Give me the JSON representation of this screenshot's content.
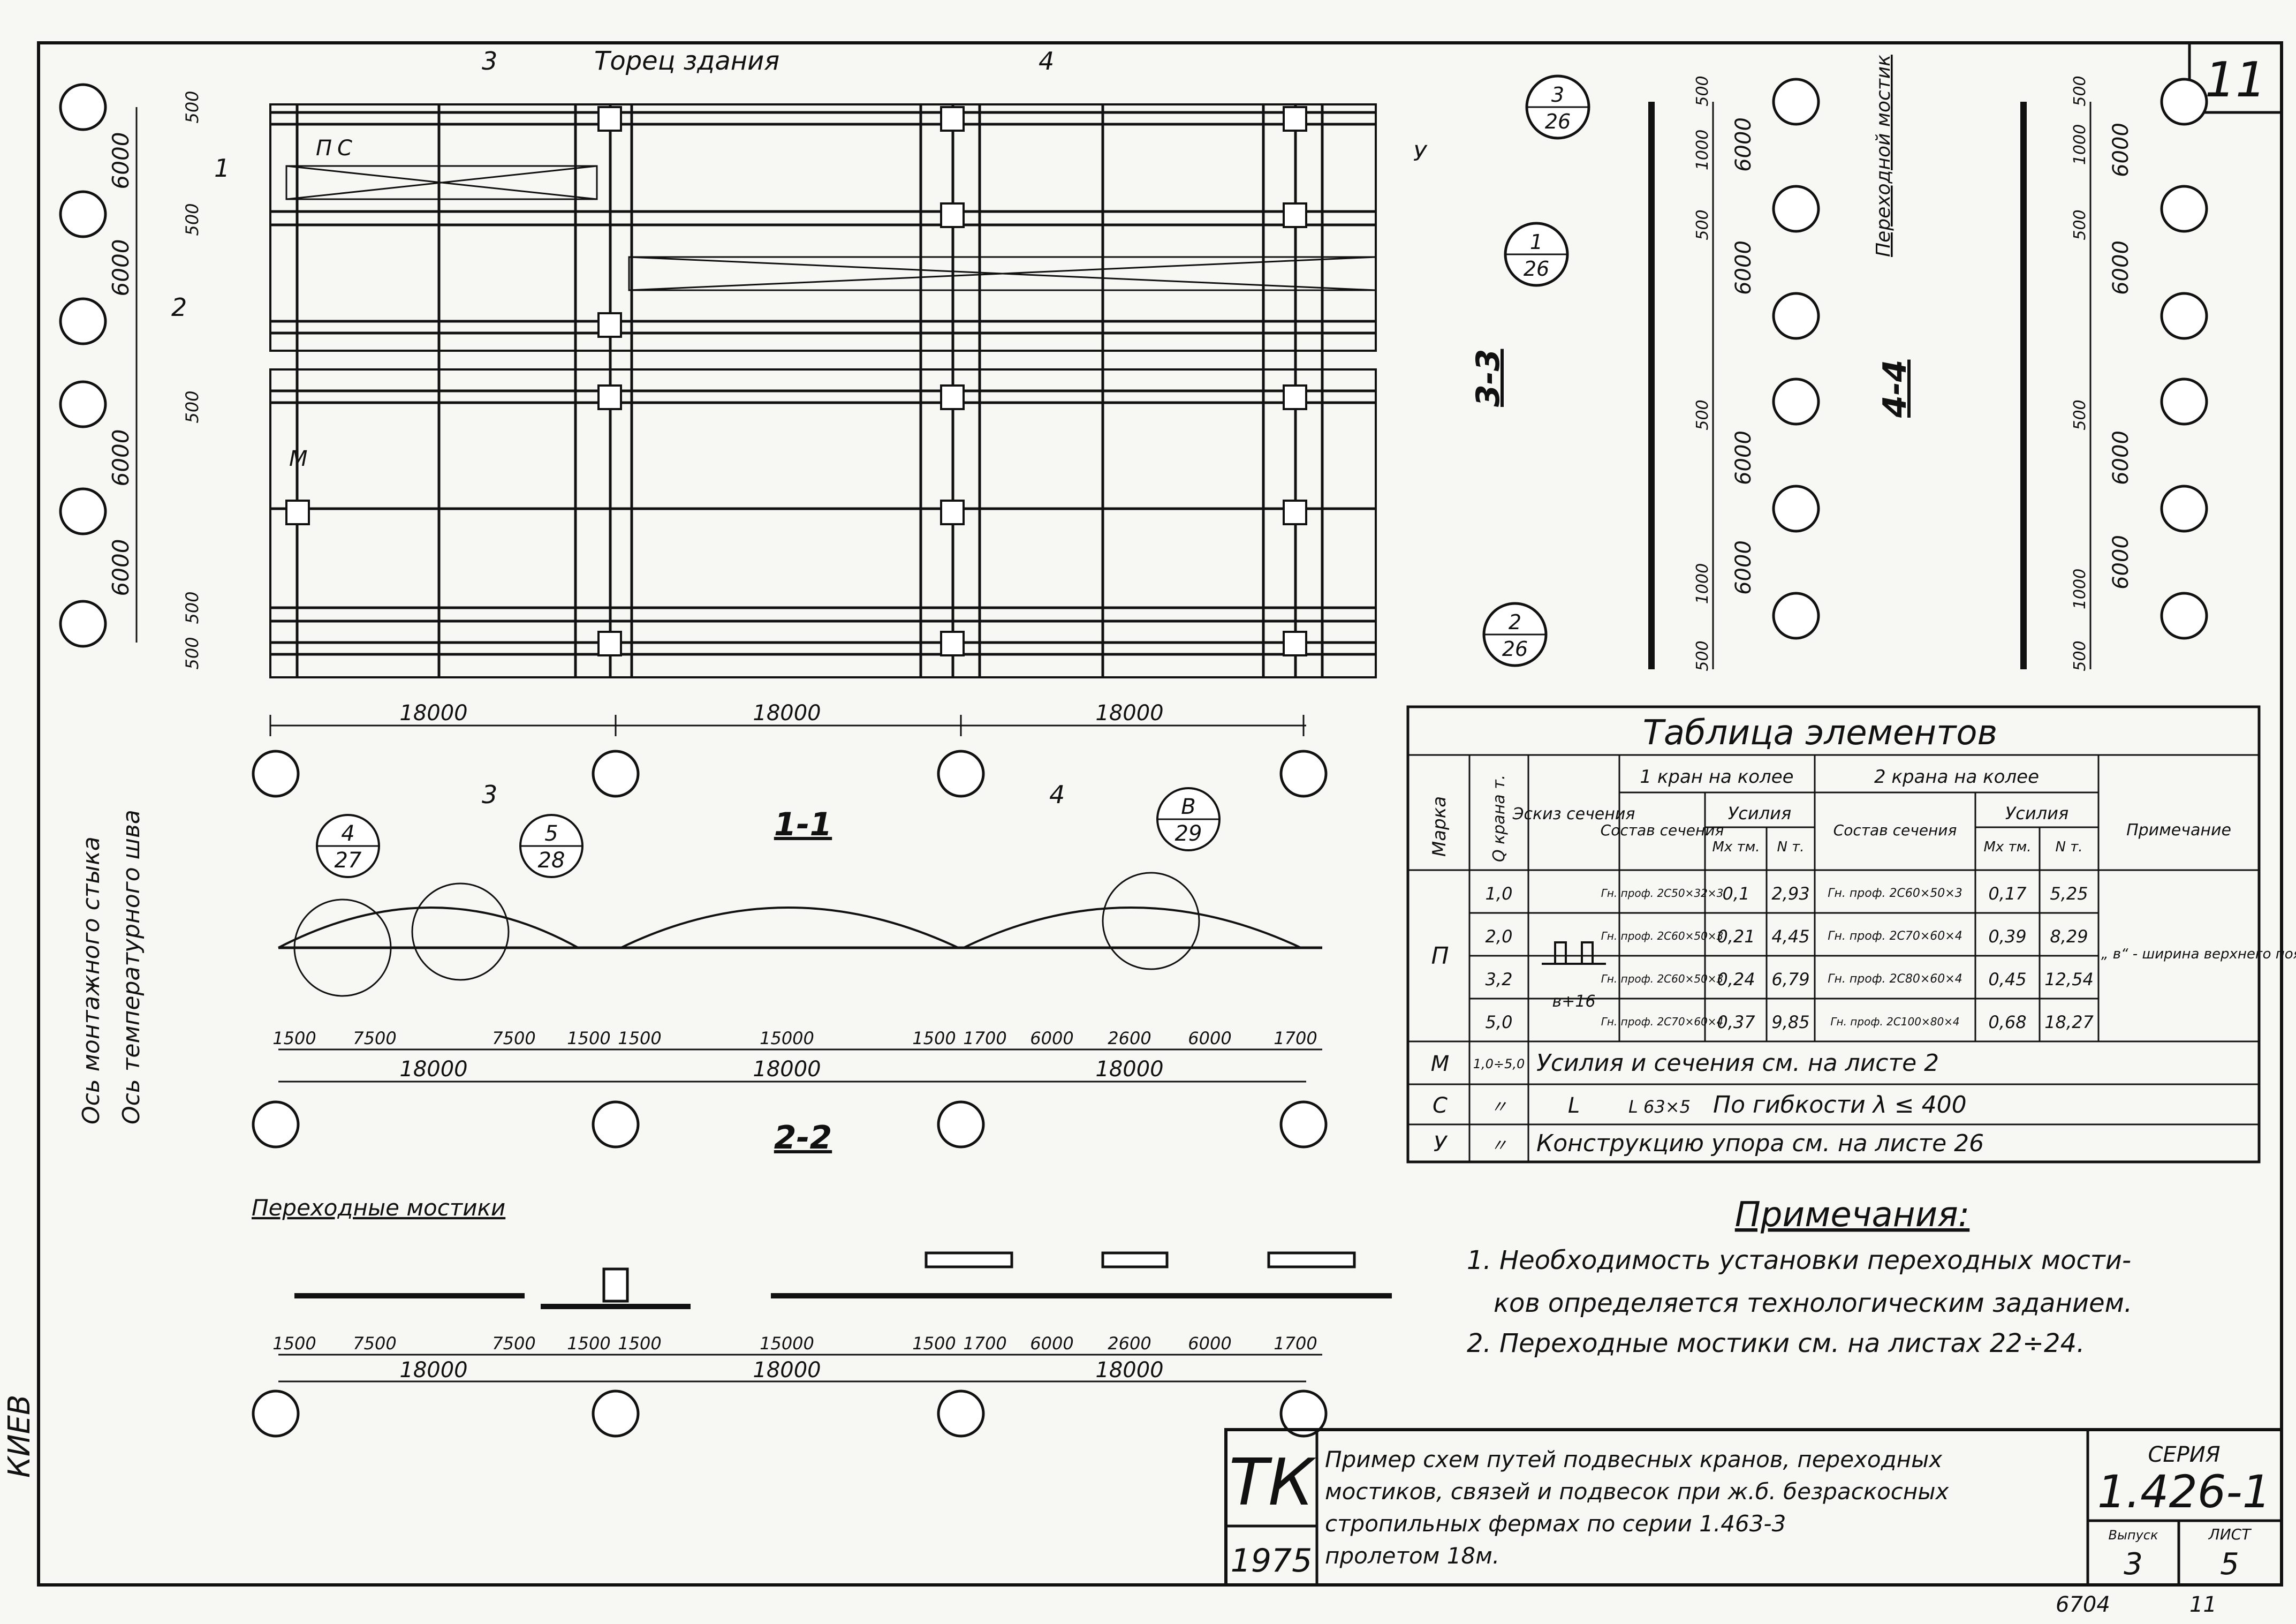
{
  "sheet_number": "11",
  "plan": {
    "building_end": "Торец здания",
    "row_dims": [
      "6000",
      "6000",
      "6000",
      "6000"
    ],
    "small_dims": [
      "500",
      "500",
      "500",
      "500",
      "500"
    ],
    "span_dims": [
      "18000",
      "18000",
      "18000"
    ],
    "member_labels": [
      "П",
      "С",
      "М",
      "У"
    ],
    "section_marks": [
      "1",
      "2",
      "3",
      "3",
      "4",
      "4"
    ],
    "axis_montage_strut": "Ось монтажного стыка",
    "axis_temperature_seam": "Ось температурного шва"
  },
  "section_1_1": {
    "title": "1-1",
    "callouts": [
      {
        "top": "4",
        "bottom": "27"
      },
      {
        "top": "5",
        "bottom": "28"
      },
      {
        "top": "В",
        "bottom": "29"
      }
    ],
    "dims": [
      "1500",
      "7500",
      "7500",
      "1500",
      "1500",
      "15000",
      "1500",
      "1700",
      "6000",
      "2600",
      "6000",
      "1700"
    ],
    "totals": [
      "18000",
      "18000",
      "18000"
    ]
  },
  "section_2_2": {
    "title": "2-2",
    "bridges_label": "Переходные мостики",
    "dims": [
      "1500",
      "7500",
      "7500",
      "1500",
      "1500",
      "15000",
      "1500",
      "1700",
      "6000",
      "2600",
      "6000",
      "1700"
    ],
    "totals": [
      "18000",
      "18000",
      "18000"
    ]
  },
  "section_3_3": {
    "title": "3-3",
    "callouts": [
      {
        "top": "3",
        "bottom": "26"
      },
      {
        "top": "1",
        "bottom": "26"
      },
      {
        "top": "2",
        "bottom": "26"
      }
    ],
    "dims": [
      "500",
      "6000",
      "1000",
      "500",
      "6000",
      "500",
      "6000",
      "6000",
      "1000",
      "500"
    ]
  },
  "section_4_4": {
    "title": "4-4",
    "bridge_label": "Переходной мостик",
    "dims": [
      "500",
      "6000",
      "1000",
      "500",
      "6000",
      "500",
      "6000",
      "6000",
      "1000",
      "500"
    ]
  },
  "table": {
    "title": "Таблица элементов",
    "headers": {
      "mark": "Марка",
      "crane_load": "Q крана т.",
      "sketch": "Эскиз сечения",
      "one_crane": "1 кран на колее",
      "two_cranes": "2 крана на колее",
      "composition": "Состав сечения",
      "forces": "Усилия",
      "mx": "Mx тм.",
      "n": "N т.",
      "note": "Примечание"
    },
    "p_mark": "П",
    "p_rows": [
      {
        "q": "1,0",
        "s1": "Гн. проф. 2С50×32×3",
        "mx1": "0,1",
        "n1": "2,93",
        "s2": "Гн. проф. 2С60×50×3",
        "mx2": "0,17",
        "n2": "5,25"
      },
      {
        "q": "2,0",
        "s1": "Гн. проф. 2С60×50×3",
        "mx1": "0,21",
        "n1": "4,45",
        "s2": "Гн. проф. 2С70×60×4",
        "mx2": "0,39",
        "n2": "8,29"
      },
      {
        "q": "3,2",
        "s1": "Гн. проф. 2С60×50×3",
        "mx1": "0,24",
        "n1": "6,79",
        "s2": "Гн. проф. 2С80×60×4",
        "mx2": "0,45",
        "n2": "12,54"
      },
      {
        "q": "5,0",
        "s1": "Гн. проф. 2С70×60×4",
        "mx1": "0,37",
        "n1": "9,85",
        "s2": "Гн. проф. 2С100×80×4",
        "mx2": "0,68",
        "n2": "18,27"
      }
    ],
    "p_note": "„ в“ - ширина верхнего пояса ж/б фермы",
    "sketch_label": "в+16",
    "m_row": {
      "mark": "М",
      "q": "1,0÷5,0",
      "text": "Усилия и сечения см. на листе 2"
    },
    "c_row": {
      "mark": "С",
      "q": "〃",
      "sketch": "L",
      "section": "L 63×5",
      "text": "По гибкости λ ≤ 400"
    },
    "y_row": {
      "mark": "У",
      "q": "〃",
      "text": "Конструкцию упора см. на листе 26"
    }
  },
  "notes": {
    "title": "Примечания:",
    "line1": "1. Необходимость установки переходных мости-",
    "line2": "ков определяется технологическим заданием.",
    "line3": "2. Переходные мостики см. на листах 22÷24."
  },
  "stamp": {
    "org": "ТК",
    "year": "1975",
    "desc1": "Пример схем путей подвесных кранов, переходных",
    "desc2": "мостиков, связей и подвесок при ж.б. безраскосных",
    "desc3": "стропильных фермах по серии 1.463-3",
    "desc4": "пролетом 18м.",
    "series_label": "СЕРИЯ",
    "series": "1.426-1",
    "issue_label": "Выпуск",
    "issue": "3",
    "sheet_label": "ЛИСТ",
    "sheet": "5"
  },
  "footer": {
    "city": "КИЕВ",
    "number": "6704",
    "sheet_no": "11"
  }
}
